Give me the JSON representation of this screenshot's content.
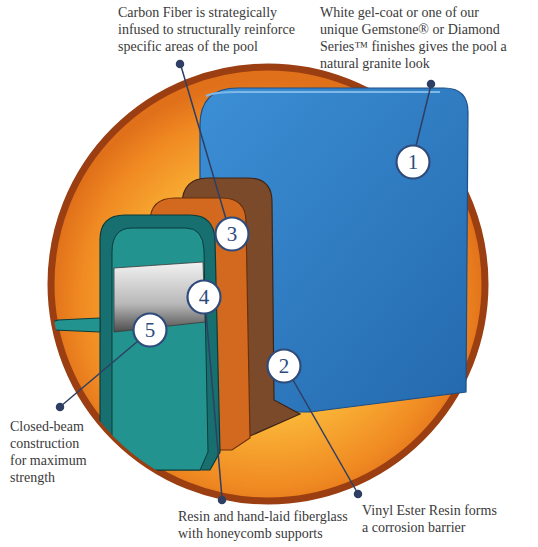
{
  "diagram": {
    "nodes": [
      {
        "text": [
          "1"
        ]
      },
      {
        "text": [
          "2"
        ]
      },
      {
        "text": [
          "3"
        ]
      },
      {
        "text": [
          "4"
        ]
      },
      {
        "text": [
          "5"
        ]
      }
    ],
    "labels": [
      "Carbon Fiber is strategically infused to structurally reinforce specific areas of the pool",
      "White gel-coat or one of our unique Gemstone® or Diamond Series™ finishes gives the pool a natural granite look",
      "Closed-beam construction for maximum strength",
      "Resin and hand-laid fiberglass with honeycomb supports",
      "Vinyl Ester Resin forms a corrosion barrier"
    ]
  }
}
